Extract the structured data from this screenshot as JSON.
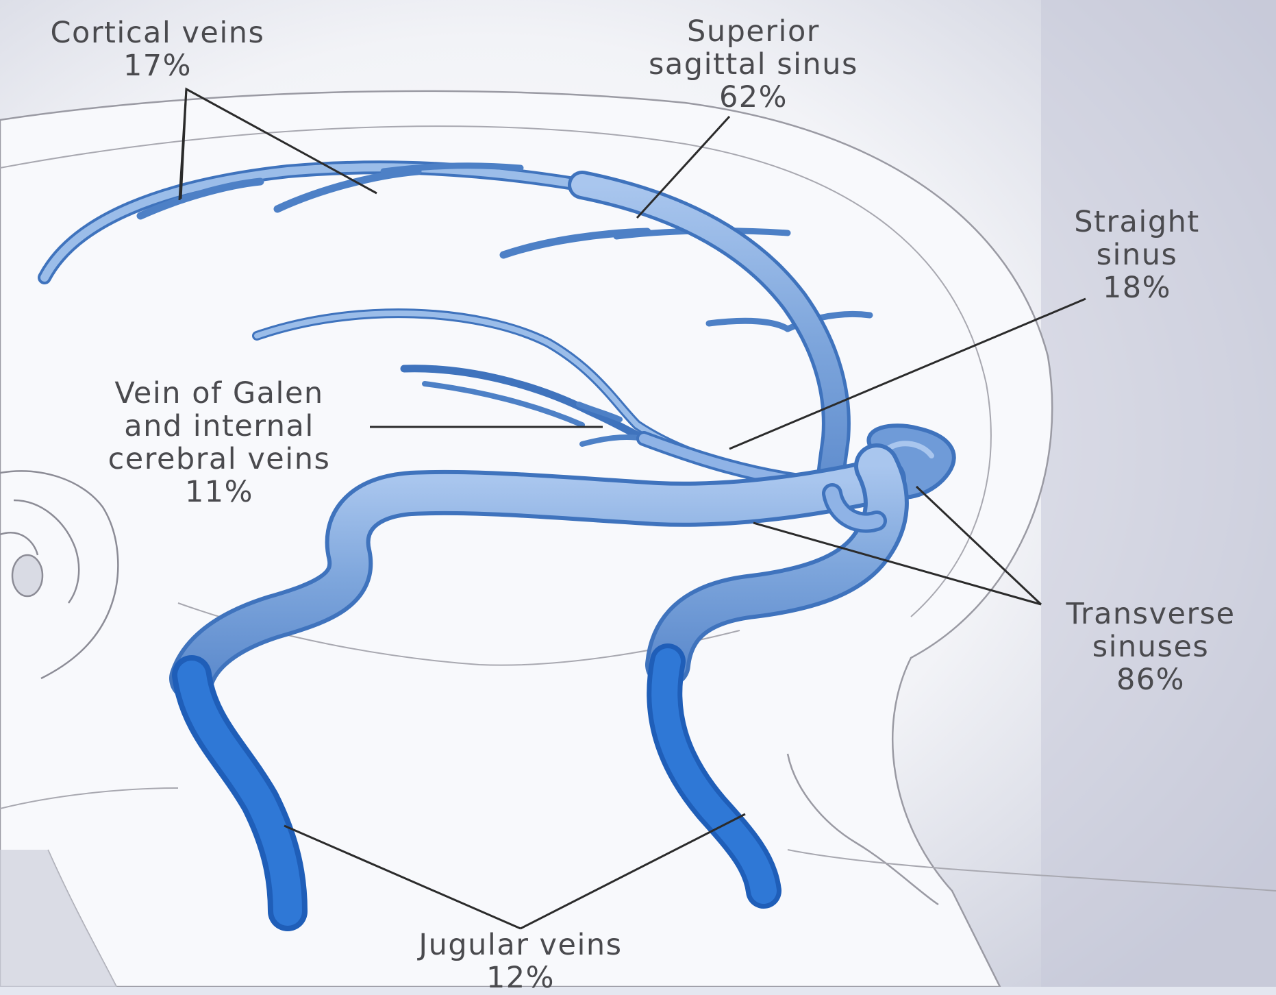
{
  "labels": {
    "cortical_veins": {
      "lines": [
        "Cortical veins",
        "17%"
      ]
    },
    "superior_sagittal_sinus": {
      "lines": [
        "Superior",
        "sagittal sinus",
        "62%"
      ]
    },
    "straight_sinus": {
      "lines": [
        "Straight",
        "sinus",
        "18%"
      ]
    },
    "vein_of_galen": {
      "lines": [
        "Vein of Galen",
        "and internal",
        "cerebral veins",
        "11%"
      ]
    },
    "transverse_sinuses": {
      "lines": [
        "Transverse",
        "sinuses",
        "86%"
      ]
    },
    "jugular_veins": {
      "lines": [
        "Jugular veins",
        "12%"
      ]
    }
  },
  "colors": {
    "vein_fill": "#7ea6dc",
    "vein_edge": "#3f73bd",
    "jugular_dark": "#2f6fc6",
    "leader_line": "#2b2b2b",
    "head_outline": "#9a9aa3",
    "background": "#e4e7f0"
  }
}
